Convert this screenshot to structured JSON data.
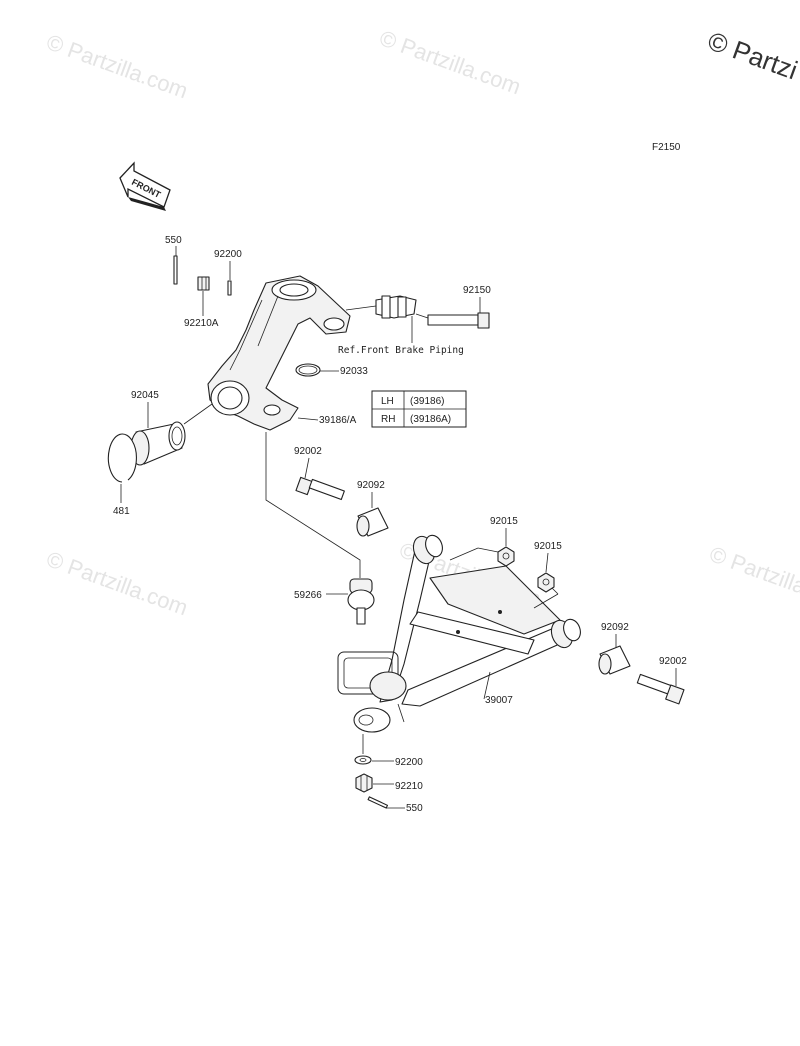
{
  "watermark": {
    "text": "© Partzilla.com",
    "corner_text": "© Partzi"
  },
  "figure_code": "F2150",
  "front_arrow_label": "FRONT",
  "reference_note": "Ref.Front Brake Piping",
  "side_table": {
    "rows": [
      {
        "side": "LH",
        "part": "(39186)"
      },
      {
        "side": "RH",
        "part": "(39186A)"
      }
    ]
  },
  "callouts": {
    "c550_top": "550",
    "c92200_top": "92200",
    "c92210A": "92210A",
    "c92150": "92150",
    "c92033": "92033",
    "c92045": "92045",
    "c39186A": "39186/A",
    "c481": "481",
    "c92002_left": "92002",
    "c92092_left": "92092",
    "c92015_a": "92015",
    "c92015_b": "92015",
    "c59266": "59266",
    "c92092_right": "92092",
    "c92002_right": "92002",
    "c39007": "39007",
    "c92200_bottom": "92200",
    "c92210": "92210",
    "c550_bottom": "550"
  }
}
